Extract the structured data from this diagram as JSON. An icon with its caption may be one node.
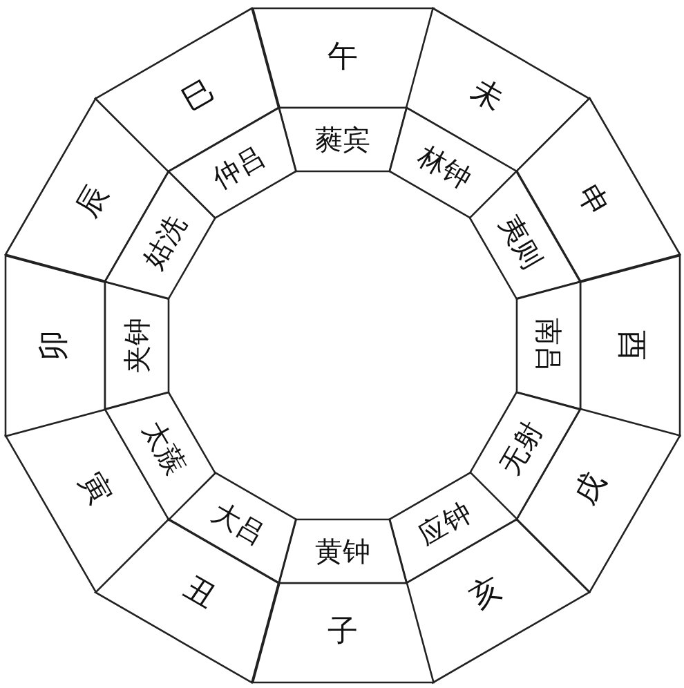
{
  "diagram": {
    "nodes": [
      {
        "text": [
          "午"
        ]
      },
      {
        "text": [
          "未"
        ]
      },
      {
        "text": [
          "申"
        ]
      },
      {
        "text": [
          "酉"
        ]
      },
      {
        "text": [
          "戌"
        ]
      },
      {
        "text": [
          "亥"
        ]
      },
      {
        "text": [
          "子"
        ]
      },
      {
        "text": [
          "丑"
        ]
      },
      {
        "text": [
          "寅"
        ]
      },
      {
        "text": [
          "卯"
        ]
      },
      {
        "text": [
          "辰"
        ]
      },
      {
        "text": [
          "巳"
        ]
      },
      {
        "text": [
          "蕤宾"
        ]
      },
      {
        "text": [
          "林钟"
        ]
      },
      {
        "text": [
          "夷则"
        ]
      },
      {
        "text": [
          "南吕"
        ]
      },
      {
        "text": [
          "无射"
        ]
      },
      {
        "text": [
          "应钟"
        ]
      },
      {
        "text": [
          "黄钟"
        ]
      },
      {
        "text": [
          "大吕"
        ]
      },
      {
        "text": [
          "太蔟"
        ]
      },
      {
        "text": [
          "夹钟"
        ]
      },
      {
        "text": [
          "姑洗"
        ]
      },
      {
        "text": [
          "仲吕"
        ]
      }
    ]
  }
}
